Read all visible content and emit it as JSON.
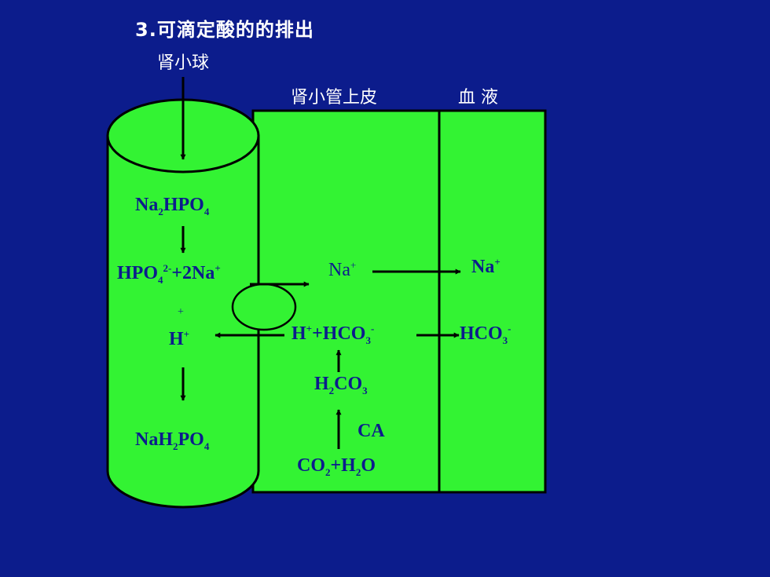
{
  "title": "3.可滴定酸的的排出",
  "labels": {
    "glomerulus": "肾小球",
    "tubule_epithelium": "肾小管上皮",
    "blood": "血 液"
  },
  "chem": {
    "na2hpo4": {
      "a": "Na",
      "s1": "2",
      "b": "HPO",
      "s2": "4"
    },
    "hpo4_2na": {
      "a": "HPO",
      "s1": "4",
      "p1": "2-",
      "b": "+2Na",
      "p2": "+"
    },
    "h_lumen": {
      "plus": "+",
      "a": "H",
      "p1": "+"
    },
    "nah2po4": {
      "a": "NaH",
      "s1": "2",
      "b": "PO",
      "s2": "4"
    },
    "na_cell": {
      "a": "Na",
      "p1": "+"
    },
    "na_blood": {
      "a": "Na",
      "p1": "+"
    },
    "h_hco3": {
      "a": "H",
      "p1": "+",
      "b": "+HCO",
      "s1": "3",
      "p2": "-"
    },
    "hco3_blood": {
      "a": "HCO",
      "s1": "3",
      "p1": "-"
    },
    "h2co3": {
      "a": "H",
      "s1": "2",
      "b": "CO",
      "s2": "3"
    },
    "ca": "CA",
    "co2_h2o": {
      "a": "CO",
      "s1": "2",
      "b": "+H",
      "s2": "2",
      "c": "O"
    }
  },
  "colors": {
    "background": "#0C1C8C",
    "cell_fill": "#33F333",
    "text_dark": "#0C1C8C",
    "line": "#000000"
  }
}
